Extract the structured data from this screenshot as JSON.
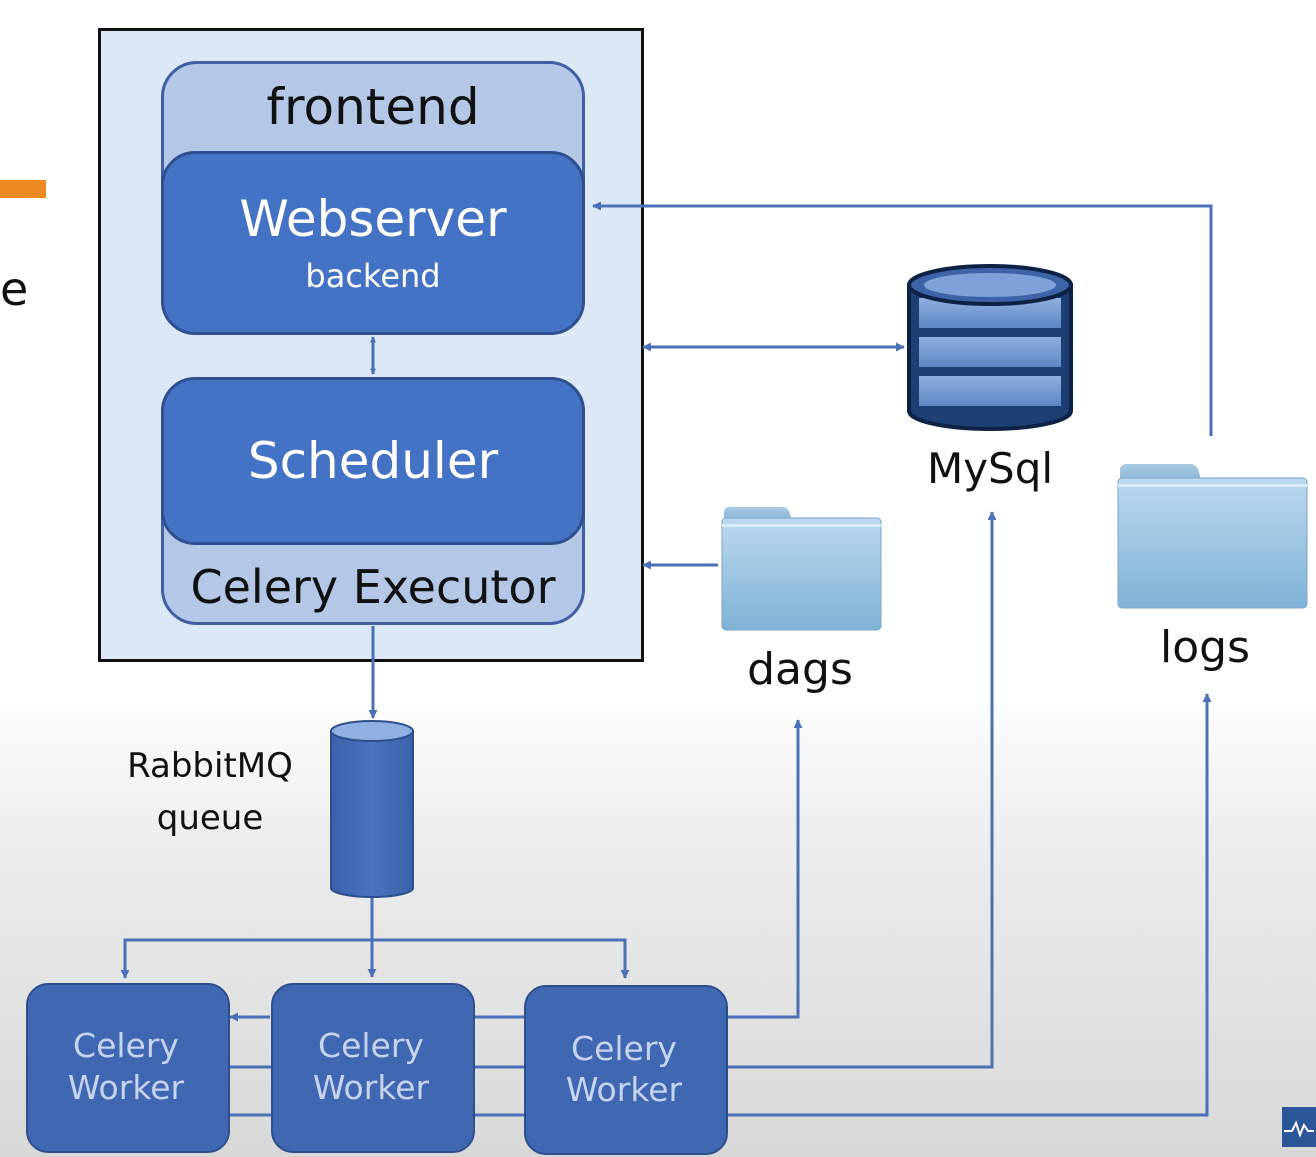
{
  "colors": {
    "container_fill": "#dde8f6",
    "light_panel": "#b4c7e7",
    "component_blue": "#4472c4",
    "worker_blue": "#3f67b2",
    "connector": "#4a70b8",
    "accent_orange": "#ed8a22"
  },
  "partial_text": "e",
  "airflow": {
    "frontend_label": "frontend",
    "webserver_label": "Webserver",
    "backend_label": "backend",
    "scheduler_label": "Scheduler",
    "executor_label": "Celery Executor"
  },
  "queue": {
    "line1": "RabbitMQ",
    "line2": "queue",
    "icon": "cylinder-icon"
  },
  "storage": {
    "mysql_label": "MySql",
    "mysql_icon": "database-icon",
    "dags_label": "dags",
    "logs_label": "logs",
    "folder_icon": "folder-icon"
  },
  "workers": [
    {
      "line1": "Celery",
      "line2": "Worker"
    },
    {
      "line1": "Celery",
      "line2": "Worker"
    },
    {
      "line1": "Celery",
      "line2": "Worker"
    }
  ]
}
